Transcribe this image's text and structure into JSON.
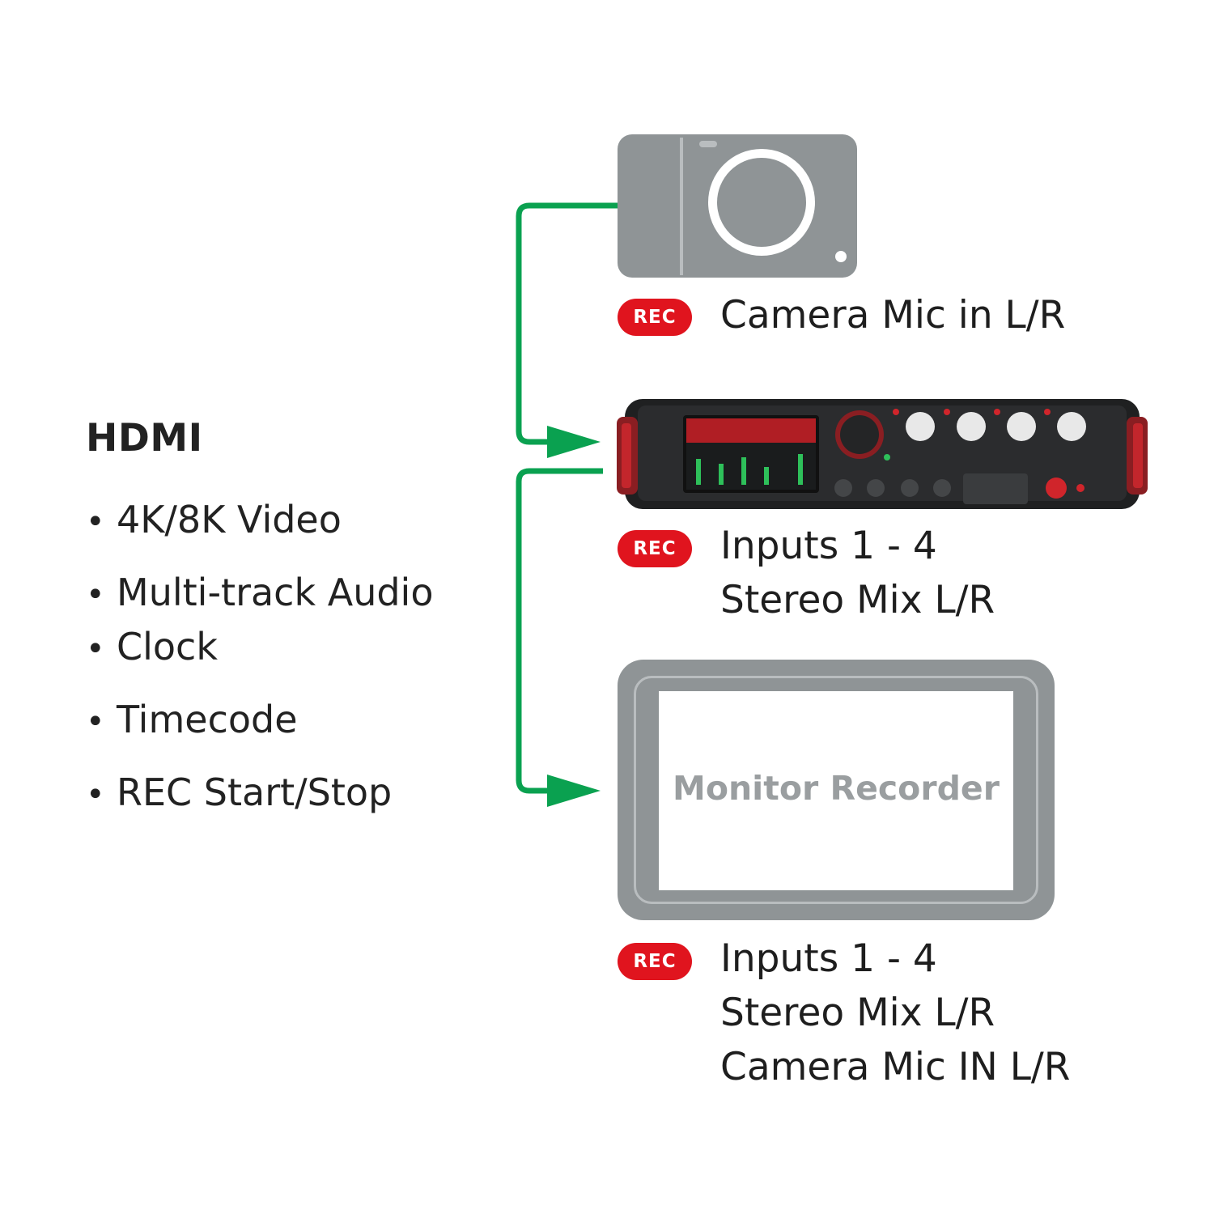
{
  "hdmi": {
    "title": "HDMI",
    "bullet": "•",
    "features": [
      "4K/8K Video",
      "Multi-track Audio",
      "Clock",
      "Timecode",
      "REC Start/Stop"
    ]
  },
  "badge": {
    "label": "REC",
    "color": "#e0141e"
  },
  "camera": {
    "icon": "camera-icon",
    "labels": [
      "Camera Mic in L/R"
    ]
  },
  "recorder": {
    "icon": "field-recorder-icon",
    "labels": [
      "Inputs 1 - 4",
      "Stereo Mix L/R"
    ]
  },
  "monitor": {
    "name": "Monitor Recorder",
    "labels": [
      "Inputs 1 - 4",
      "Stereo Mix L/R",
      "Camera Mic IN L/R"
    ]
  },
  "colors": {
    "connector": "#0aa150",
    "device_gray": "#8f9496",
    "accent_red": "#e0141e"
  }
}
